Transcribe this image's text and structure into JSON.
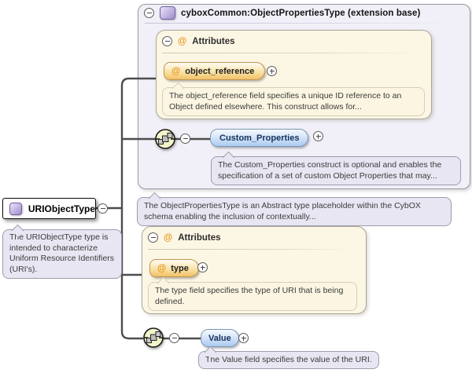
{
  "icons": {
    "at": "@"
  },
  "root": {
    "label": "URIObjectType",
    "doc": "The URIObjectType type is intended to characterize Uniform Resource Identifiers (URI's)."
  },
  "extension": {
    "title": "cyboxCommon:ObjectPropertiesType (extension base)",
    "doc": "The ObjectPropertiesType is an Abstract type placeholder within the CybOX schema enabling the inclusion of contextually...",
    "attr_group": {
      "label": "Attributes",
      "attr_name": "object_reference",
      "attr_doc": "The object_reference field specifies a unique ID reference to an Object defined elsewhere. This construct allows for..."
    },
    "element": {
      "name": "Custom_Properties",
      "doc": "The Custom_Properties construct is optional and enables the specification of a set of custom Object Properties that may..."
    }
  },
  "local": {
    "attr_group": {
      "label": "Attributes",
      "attr_name": "type",
      "attr_doc": "The type field specifies the type of URI that is being defined."
    },
    "element": {
      "name": "Value",
      "doc": "The Value field specifies the value of the URI."
    }
  },
  "colors": {
    "container_fill": "#f1f0f8",
    "group_fill": "#fcf6e4",
    "annotation_lavender": "#e8e6f3",
    "annotation_cream": "#fbf5e1",
    "attribute_pill": "#f2c167",
    "element_pill": "#abcaf1",
    "at_symbol": "#e8971e",
    "connector": "#4d4d4d"
  }
}
